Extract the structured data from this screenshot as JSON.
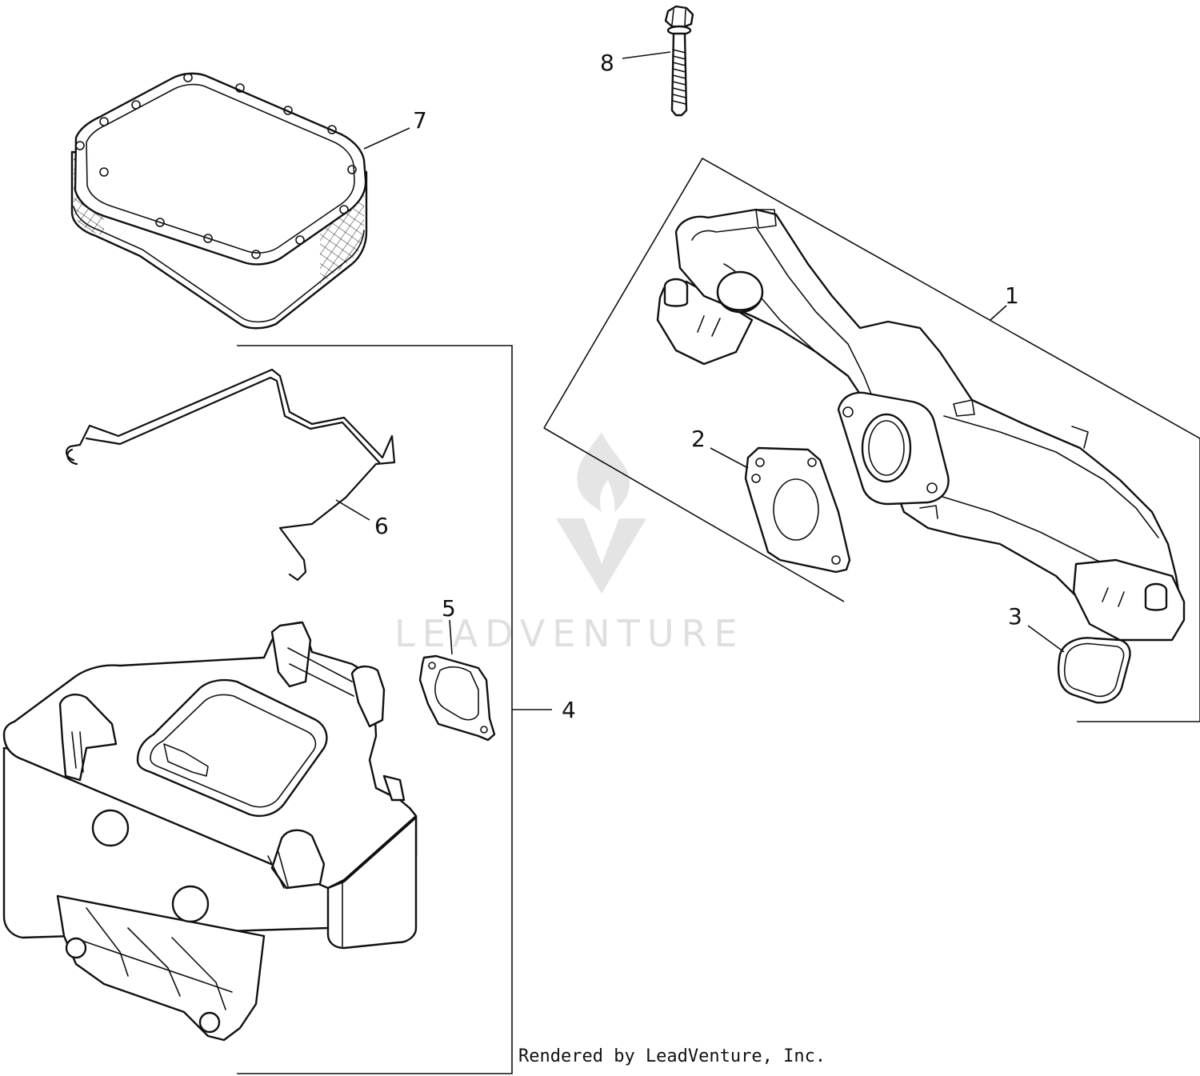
{
  "diagram": {
    "callouts": [
      {
        "number": "1"
      },
      {
        "number": "2"
      },
      {
        "number": "3"
      },
      {
        "number": "4"
      },
      {
        "number": "5"
      },
      {
        "number": "6"
      },
      {
        "number": "7"
      },
      {
        "number": "8"
      }
    ],
    "watermark": {
      "wordmark": "LEADVENTURE"
    },
    "credit": "Rendered by LeadVenture, Inc."
  }
}
